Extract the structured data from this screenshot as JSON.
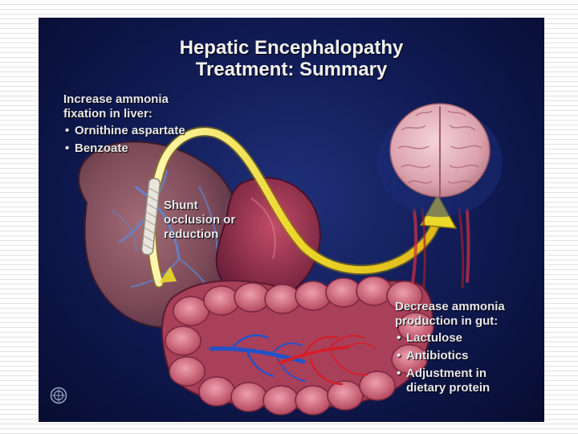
{
  "title": {
    "line1": "Hepatic Encephalopathy",
    "line2": "Treatment: Summary"
  },
  "liver": {
    "heading_line1": "Increase ammonia",
    "heading_line2": "fixation in liver:",
    "items": [
      "Ornithine aspartate",
      "Benzoate"
    ]
  },
  "shunt": {
    "line1": "Shunt",
    "line2": "occlusion or",
    "line3": "reduction"
  },
  "gut": {
    "heading_line1": "Decrease ammonia",
    "heading_line2": "production in gut:",
    "items": [
      "Lactulose",
      "Antibiotics",
      "Adjustment in"
    ],
    "item3_line2": "dietary protein"
  },
  "colors": {
    "background": "#121d58",
    "arrow": "#e8d420",
    "liver": "#8b5560",
    "intestine": "#c85f72",
    "brain": "#e6b3bc",
    "artery": "#d21f2a",
    "vein": "#2452c8"
  },
  "icons": [
    "flow-arrow",
    "brain",
    "liver",
    "stomach",
    "intestine",
    "stent",
    "logo-icon"
  ]
}
